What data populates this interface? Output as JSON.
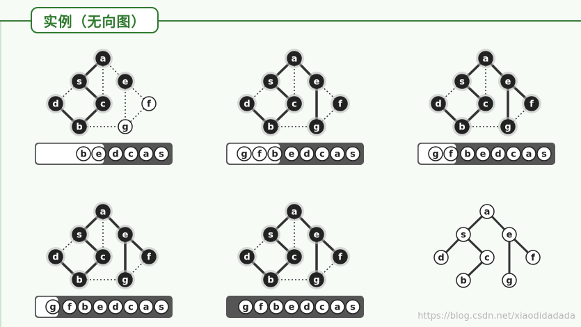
{
  "title": "实例（无向图）",
  "watermark": "https://blog.csdn.net/xiaodidadada",
  "colors": {
    "accent": "#2f7a2f",
    "node_dark": "#222222",
    "node_light": "#ffffff",
    "stack_dark": "#555555"
  },
  "graph": {
    "nodes": [
      "a",
      "s",
      "e",
      "d",
      "c",
      "f",
      "b",
      "g"
    ],
    "edges": [
      [
        "a",
        "s"
      ],
      [
        "a",
        "e"
      ],
      [
        "a",
        "c"
      ],
      [
        "s",
        "d"
      ],
      [
        "s",
        "c"
      ],
      [
        "d",
        "b"
      ],
      [
        "c",
        "b"
      ],
      [
        "e",
        "f"
      ],
      [
        "e",
        "g"
      ],
      [
        "f",
        "g"
      ],
      [
        "b",
        "g"
      ]
    ]
  },
  "panels": [
    {
      "visited": [
        "a",
        "s",
        "d",
        "c",
        "b",
        "e"
      ],
      "solid": [
        [
          "a",
          "s"
        ],
        [
          "s",
          "c"
        ],
        [
          "c",
          "b"
        ],
        [
          "b",
          "d"
        ]
      ],
      "stack_white": [
        "b",
        "e"
      ],
      "stack_dark": [
        "d",
        "c",
        "a",
        "s"
      ]
    },
    {
      "visited": [
        "a",
        "s",
        "d",
        "c",
        "b",
        "e",
        "f",
        "g"
      ],
      "solid": [
        [
          "a",
          "s"
        ],
        [
          "s",
          "c"
        ],
        [
          "c",
          "b"
        ],
        [
          "b",
          "d"
        ],
        [
          "e",
          "g"
        ],
        [
          "a",
          "e"
        ]
      ],
      "stack_white": [
        "g",
        "f",
        "b"
      ],
      "stack_dark": [
        "e",
        "d",
        "c",
        "a",
        "s"
      ]
    },
    {
      "visited": [
        "a",
        "s",
        "d",
        "c",
        "b",
        "e",
        "f",
        "g"
      ],
      "solid": [
        [
          "a",
          "s"
        ],
        [
          "s",
          "c"
        ],
        [
          "c",
          "b"
        ],
        [
          "b",
          "d"
        ],
        [
          "e",
          "g"
        ],
        [
          "a",
          "e"
        ],
        [
          "e",
          "f"
        ]
      ],
      "stack_white": [
        "g",
        "f"
      ],
      "stack_dark": [
        "b",
        "e",
        "d",
        "c",
        "a",
        "s"
      ]
    },
    {
      "visited": [
        "a",
        "s",
        "d",
        "c",
        "b",
        "e",
        "f",
        "g"
      ],
      "solid": [
        [
          "a",
          "s"
        ],
        [
          "s",
          "c"
        ],
        [
          "c",
          "b"
        ],
        [
          "b",
          "d"
        ],
        [
          "e",
          "g"
        ],
        [
          "a",
          "e"
        ],
        [
          "e",
          "f"
        ]
      ],
      "stack_white": [
        "g"
      ],
      "stack_dark": [
        "f",
        "b",
        "e",
        "d",
        "c",
        "a",
        "s"
      ]
    },
    {
      "visited": [
        "a",
        "s",
        "d",
        "c",
        "b",
        "e",
        "f",
        "g"
      ],
      "solid": [
        [
          "a",
          "s"
        ],
        [
          "s",
          "c"
        ],
        [
          "c",
          "b"
        ],
        [
          "b",
          "d"
        ],
        [
          "e",
          "g"
        ],
        [
          "a",
          "e"
        ],
        [
          "e",
          "f"
        ]
      ],
      "stack_white": [],
      "stack_dark": [
        "g",
        "f",
        "b",
        "e",
        "d",
        "c",
        "a",
        "s"
      ]
    }
  ],
  "tree": {
    "nodes": [
      "a",
      "s",
      "e",
      "d",
      "c",
      "f",
      "b",
      "g"
    ],
    "edges": [
      [
        "a",
        "s"
      ],
      [
        "a",
        "e"
      ],
      [
        "s",
        "d"
      ],
      [
        "s",
        "c"
      ],
      [
        "c",
        "b"
      ],
      [
        "e",
        "f"
      ],
      [
        "e",
        "g"
      ]
    ]
  }
}
